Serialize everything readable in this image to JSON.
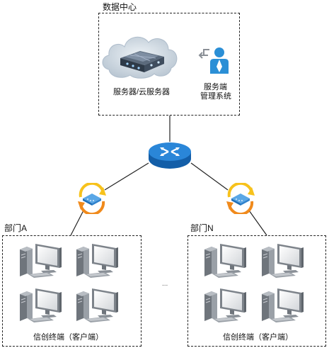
{
  "datacenter": {
    "title": "数据中心",
    "server_label": "服务器/云服务器",
    "mgmt_label_line1": "服务端",
    "mgmt_label_line2": "管理系统"
  },
  "departments": [
    {
      "title": "部门A",
      "client_label": "信创终端（客户端）"
    },
    {
      "title": "部门N",
      "client_label": "信创终端（客户端）"
    }
  ],
  "ellipsis": "...",
  "colors": {
    "router_blue": "#1f7fd1",
    "switch_blue": "#3a8fd6",
    "sync_orange": "#f08a1c",
    "sync_yellow": "#f7c21c",
    "pc_gray": "#8a8f96",
    "user_blue": "#2b8fd6"
  },
  "icons": [
    "cloud-server-icon",
    "admin-user-icon",
    "router-icon",
    "sync-switch-icon",
    "desktop-pc-icon"
  ]
}
